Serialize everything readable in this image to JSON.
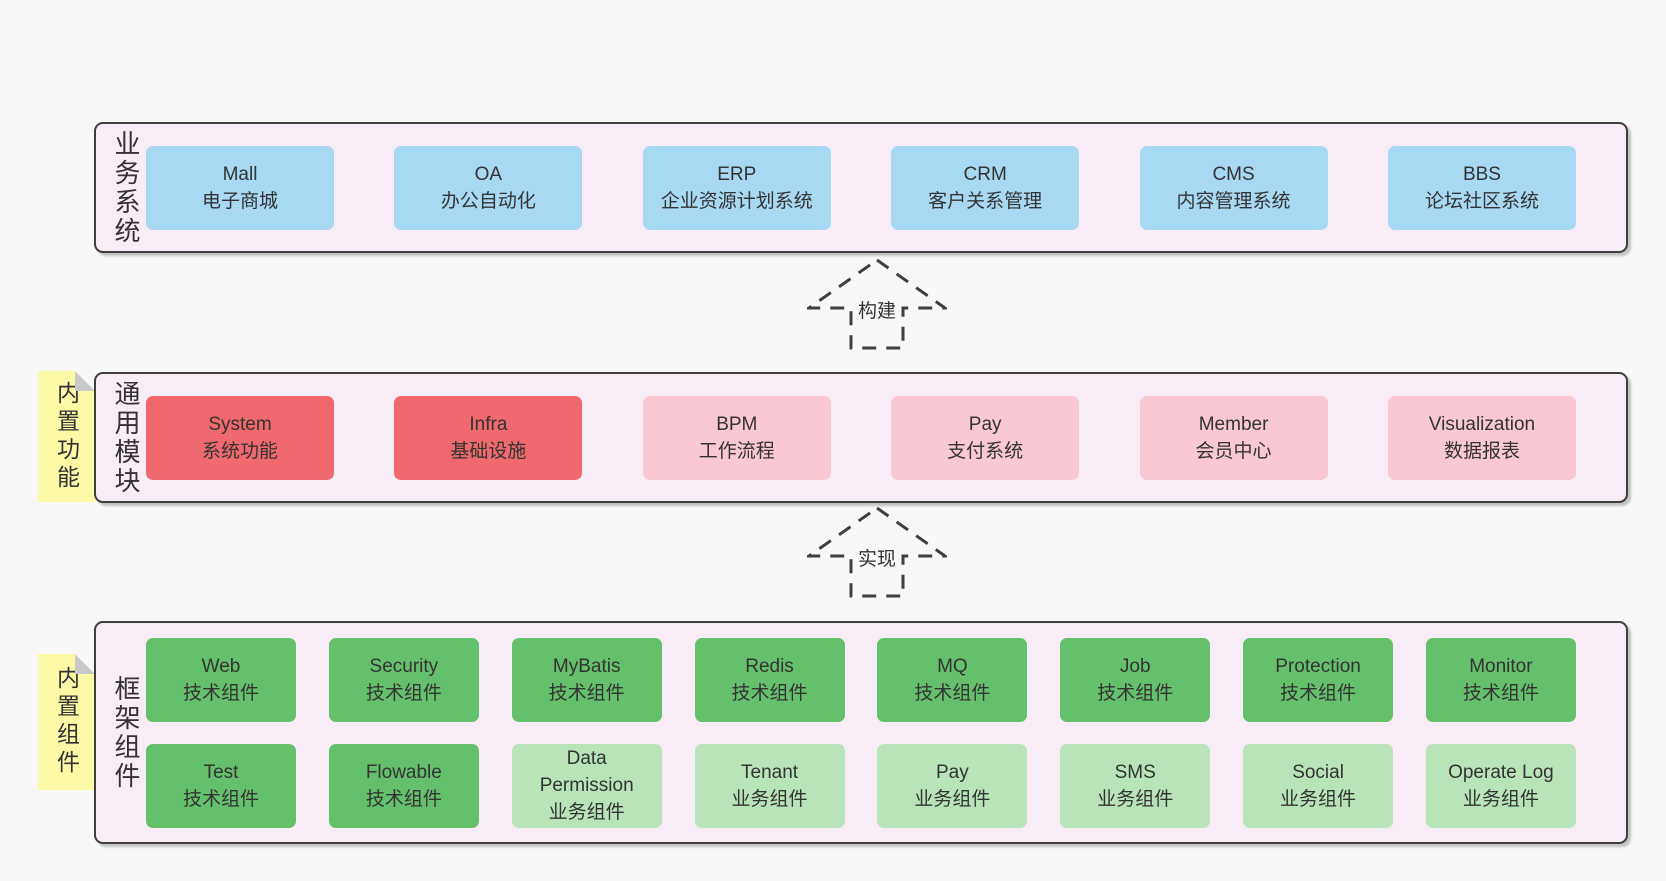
{
  "colors": {
    "page_bg": "#f8f8f8",
    "band_bg": "#f8edf7",
    "band_border": "#3f3f3f",
    "text": "#333333",
    "blue": "#a8d9f2",
    "red": "#f0696e",
    "pink": "#f9c8d2",
    "green": "#65c06c",
    "light_green": "#b9e4ba",
    "sticky_yellow": "#fbf9a6",
    "sticky_fold": "#c9c9c9"
  },
  "arrows": [
    {
      "label": "构建"
    },
    {
      "label": "实现"
    }
  ],
  "bands": [
    {
      "label": "业务系统",
      "rows": [
        [
          {
            "title": "Mall",
            "subtitle": "电子商城",
            "color": "blue"
          },
          {
            "title": "OA",
            "subtitle": "办公自动化",
            "color": "blue"
          },
          {
            "title": "ERP",
            "subtitle": "企业资源计划系统",
            "color": "blue"
          },
          {
            "title": "CRM",
            "subtitle": "客户关系管理",
            "color": "blue"
          },
          {
            "title": "CMS",
            "subtitle": "内容管理系统",
            "color": "blue"
          },
          {
            "title": "BBS",
            "subtitle": "论坛社区系统",
            "color": "blue"
          }
        ]
      ]
    },
    {
      "label": "通用模块",
      "sticky": "内置功能",
      "rows": [
        [
          {
            "title": "System",
            "subtitle": "系统功能",
            "color": "red"
          },
          {
            "title": "Infra",
            "subtitle": "基础设施",
            "color": "red"
          },
          {
            "title": "BPM",
            "subtitle": "工作流程",
            "color": "pink"
          },
          {
            "title": "Pay",
            "subtitle": "支付系统",
            "color": "pink"
          },
          {
            "title": "Member",
            "subtitle": "会员中心",
            "color": "pink"
          },
          {
            "title": "Visualization",
            "subtitle": "数据报表",
            "color": "pink"
          }
        ]
      ]
    },
    {
      "label": "框架组件",
      "sticky": "内置组件",
      "rows": [
        [
          {
            "title": "Web",
            "subtitle": "技术组件",
            "color": "green"
          },
          {
            "title": "Security",
            "subtitle": "技术组件",
            "color": "green"
          },
          {
            "title": "MyBatis",
            "subtitle": "技术组件",
            "color": "green"
          },
          {
            "title": "Redis",
            "subtitle": "技术组件",
            "color": "green"
          },
          {
            "title": "MQ",
            "subtitle": "技术组件",
            "color": "green"
          },
          {
            "title": "Job",
            "subtitle": "技术组件",
            "color": "green"
          },
          {
            "title": "Protection",
            "subtitle": "技术组件",
            "color": "green"
          },
          {
            "title": "Monitor",
            "subtitle": "技术组件",
            "color": "green"
          }
        ],
        [
          {
            "title": "Test",
            "subtitle": "技术组件",
            "color": "green"
          },
          {
            "title": "Flowable",
            "subtitle": "技术组件",
            "color": "green"
          },
          {
            "title": "Data Permission",
            "subtitle": "业务组件",
            "color": "light_green"
          },
          {
            "title": "Tenant",
            "subtitle": "业务组件",
            "color": "light_green"
          },
          {
            "title": "Pay",
            "subtitle": "业务组件",
            "color": "light_green"
          },
          {
            "title": "SMS",
            "subtitle": "业务组件",
            "color": "light_green"
          },
          {
            "title": "Social",
            "subtitle": "业务组件",
            "color": "light_green"
          },
          {
            "title": "Operate Log",
            "subtitle": "业务组件",
            "color": "light_green"
          }
        ]
      ]
    }
  ]
}
